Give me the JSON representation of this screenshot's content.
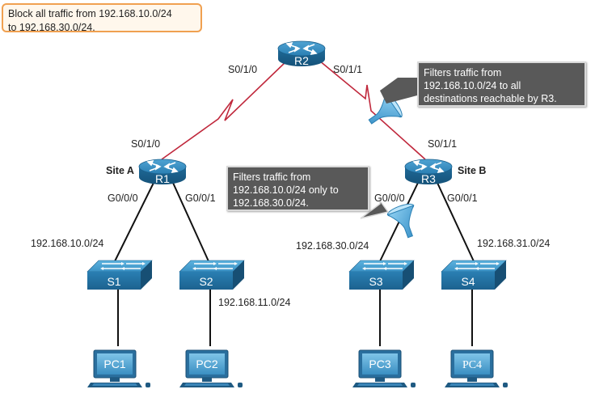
{
  "top_note": {
    "line1": "Block all traffic from 192.168.10.0/24",
    "line2": "to 192.168.30.0/24."
  },
  "callout_r3": {
    "line1": "Filters traffic from",
    "line2": "192.168.10.0/24 to all",
    "line3": "destinations reachable by R3."
  },
  "callout_center": {
    "line1": "Filters traffic from",
    "line2": "192.168.10.0/24 only to",
    "line3": "192.168.30.0/24."
  },
  "routers": {
    "r1": "R1",
    "r2": "R2",
    "r3": "R3"
  },
  "sites": {
    "a": "Site A",
    "b": "Site B"
  },
  "interfaces": {
    "r2_left": "S0/1/0",
    "r2_right": "S0/1/1",
    "r1_serial": "S0/1/0",
    "r3_serial": "S0/1/1",
    "r1_g0": "G0/0/0",
    "r1_g1": "G0/0/1",
    "r3_g0": "G0/0/0",
    "r3_g1": "G0/0/1"
  },
  "switches": {
    "s1": "S1",
    "s2": "S2",
    "s3": "S3",
    "s4": "S4"
  },
  "networks": {
    "n10": "192.168.10.0/24",
    "n11": "192.168.11.0/24",
    "n30": "192.168.30.0/24",
    "n31": "192.168.31.0/24"
  },
  "pcs": {
    "pc1": "PC1",
    "pc2": "PC2",
    "pc3": "PC3",
    "pc4": "PC4"
  },
  "colors": {
    "device_blue": "#2b7fb0",
    "serial_link": "#c0283c",
    "filter_icon": "#3a98d0",
    "callout_gray": "#595959",
    "callout_orange_border": "#f0a050"
  }
}
